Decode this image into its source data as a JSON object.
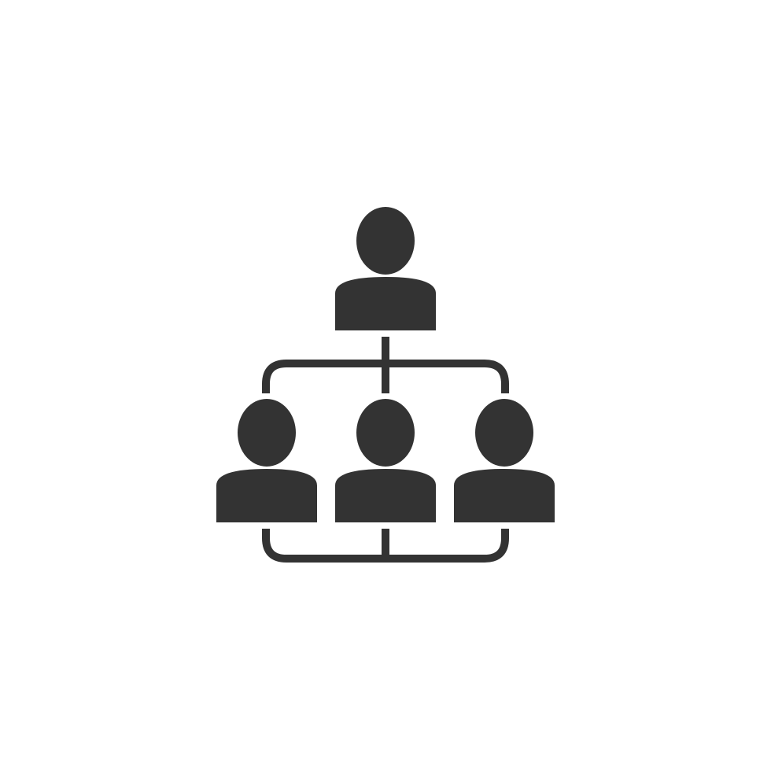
{
  "icon": {
    "name": "org-chart-icon",
    "color": "#333333",
    "background": "#ffffff",
    "people": [
      {
        "role": "leader",
        "icon": "person-icon"
      },
      {
        "role": "member",
        "icon": "person-icon"
      },
      {
        "role": "member",
        "icon": "person-icon"
      },
      {
        "role": "member",
        "icon": "person-icon"
      }
    ]
  }
}
